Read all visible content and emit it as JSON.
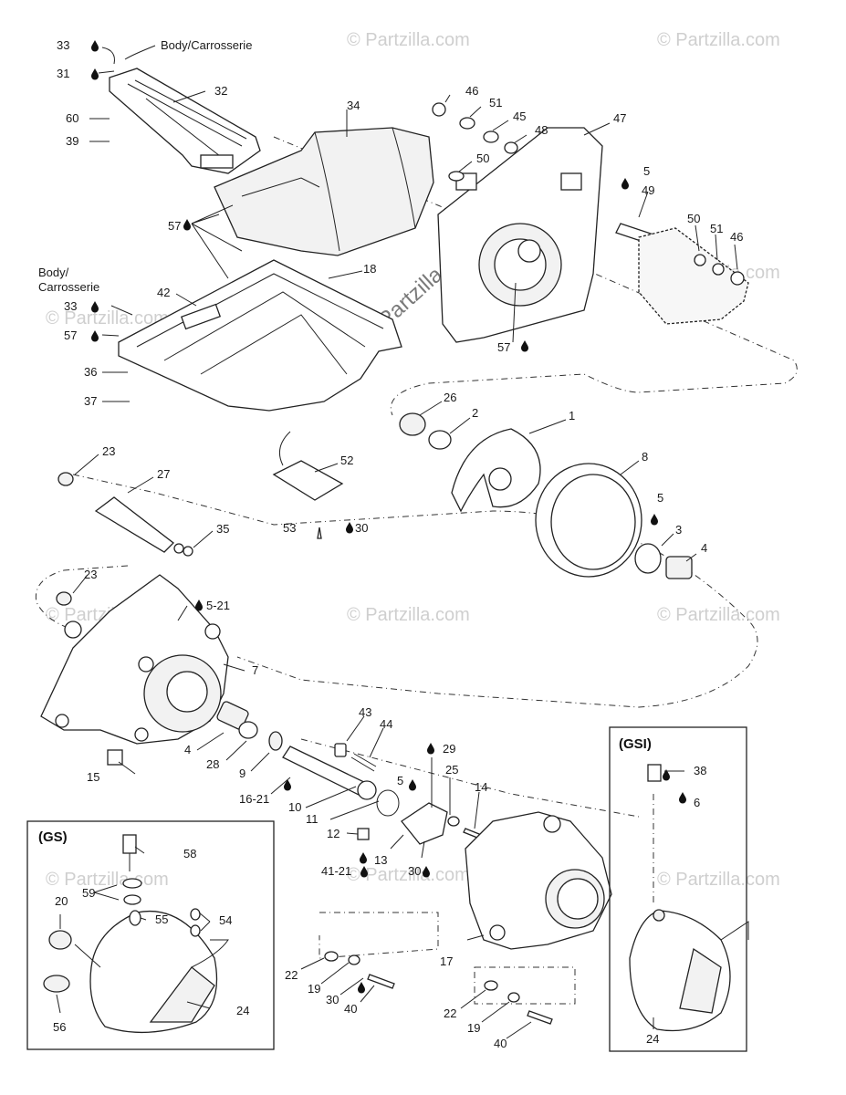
{
  "watermarks": [
    "© Partzilla.com"
  ],
  "central_watermark": "©Partzilla.com",
  "annotations": {
    "body_top": "Body/Carrosserie",
    "body_left_1": "Body/",
    "body_left_2": "Carrosserie"
  },
  "boxes": {
    "gs_title": "(GS)",
    "gsi_title": "(GSI)"
  },
  "callouts": [
    {
      "id": "c33a",
      "text": "33"
    },
    {
      "id": "c31",
      "text": "31"
    },
    {
      "id": "c60",
      "text": "60"
    },
    {
      "id": "c39",
      "text": "39"
    },
    {
      "id": "c32",
      "text": "32"
    },
    {
      "id": "c34",
      "text": "34"
    },
    {
      "id": "c46a",
      "text": "46"
    },
    {
      "id": "c51a",
      "text": "51"
    },
    {
      "id": "c45",
      "text": "45"
    },
    {
      "id": "c48",
      "text": "48"
    },
    {
      "id": "c47",
      "text": "47"
    },
    {
      "id": "c50a",
      "text": "50"
    },
    {
      "id": "c5a",
      "text": "5"
    },
    {
      "id": "c49",
      "text": "49"
    },
    {
      "id": "c50b",
      "text": "50"
    },
    {
      "id": "c51b",
      "text": "51"
    },
    {
      "id": "c46b",
      "text": "46"
    },
    {
      "id": "c57a",
      "text": "57"
    },
    {
      "id": "c18",
      "text": "18"
    },
    {
      "id": "c42",
      "text": "42"
    },
    {
      "id": "c33b",
      "text": "33"
    },
    {
      "id": "c57b",
      "text": "57"
    },
    {
      "id": "c36",
      "text": "36"
    },
    {
      "id": "c37",
      "text": "37"
    },
    {
      "id": "c57c",
      "text": "57"
    },
    {
      "id": "c26",
      "text": "26"
    },
    {
      "id": "c2",
      "text": "2"
    },
    {
      "id": "c1",
      "text": "1"
    },
    {
      "id": "c8",
      "text": "8"
    },
    {
      "id": "c5b",
      "text": "5"
    },
    {
      "id": "c3",
      "text": "3"
    },
    {
      "id": "c4a",
      "text": "4"
    },
    {
      "id": "c23a",
      "text": "23"
    },
    {
      "id": "c27",
      "text": "27"
    },
    {
      "id": "c52",
      "text": "52"
    },
    {
      "id": "c53",
      "text": "53"
    },
    {
      "id": "c30a",
      "text": "30"
    },
    {
      "id": "c35",
      "text": "35"
    },
    {
      "id": "c23b",
      "text": "23"
    },
    {
      "id": "c5-21",
      "text": "5-21"
    },
    {
      "id": "c7",
      "text": "7"
    },
    {
      "id": "c4b",
      "text": "4"
    },
    {
      "id": "c28",
      "text": "28"
    },
    {
      "id": "c9",
      "text": "9"
    },
    {
      "id": "c15",
      "text": "15"
    },
    {
      "id": "c16-21",
      "text": "16-21"
    },
    {
      "id": "c10",
      "text": "10"
    },
    {
      "id": "c43",
      "text": "43"
    },
    {
      "id": "c44",
      "text": "44"
    },
    {
      "id": "c29",
      "text": "29"
    },
    {
      "id": "c5c",
      "text": "5"
    },
    {
      "id": "c25",
      "text": "25"
    },
    {
      "id": "c14",
      "text": "14"
    },
    {
      "id": "c11",
      "text": "11"
    },
    {
      "id": "c12",
      "text": "12"
    },
    {
      "id": "c13",
      "text": "13"
    },
    {
      "id": "c30b",
      "text": "30"
    },
    {
      "id": "c41-21",
      "text": "41-21"
    },
    {
      "id": "c38",
      "text": "38"
    },
    {
      "id": "c6",
      "text": "6"
    },
    {
      "id": "c58",
      "text": "58"
    },
    {
      "id": "c59",
      "text": "59"
    },
    {
      "id": "c20",
      "text": "20"
    },
    {
      "id": "c55",
      "text": "55"
    },
    {
      "id": "c54",
      "text": "54"
    },
    {
      "id": "c24a",
      "text": "24"
    },
    {
      "id": "c56",
      "text": "56"
    },
    {
      "id": "c22a",
      "text": "22"
    },
    {
      "id": "c19a",
      "text": "19"
    },
    {
      "id": "c30c",
      "text": "30"
    },
    {
      "id": "c40a",
      "text": "40"
    },
    {
      "id": "c17",
      "text": "17"
    },
    {
      "id": "c22b",
      "text": "22"
    },
    {
      "id": "c19b",
      "text": "19"
    },
    {
      "id": "c40b",
      "text": "40"
    },
    {
      "id": "c24b",
      "text": "24"
    }
  ],
  "icons": {
    "drop": "sealant-drop-icon"
  }
}
